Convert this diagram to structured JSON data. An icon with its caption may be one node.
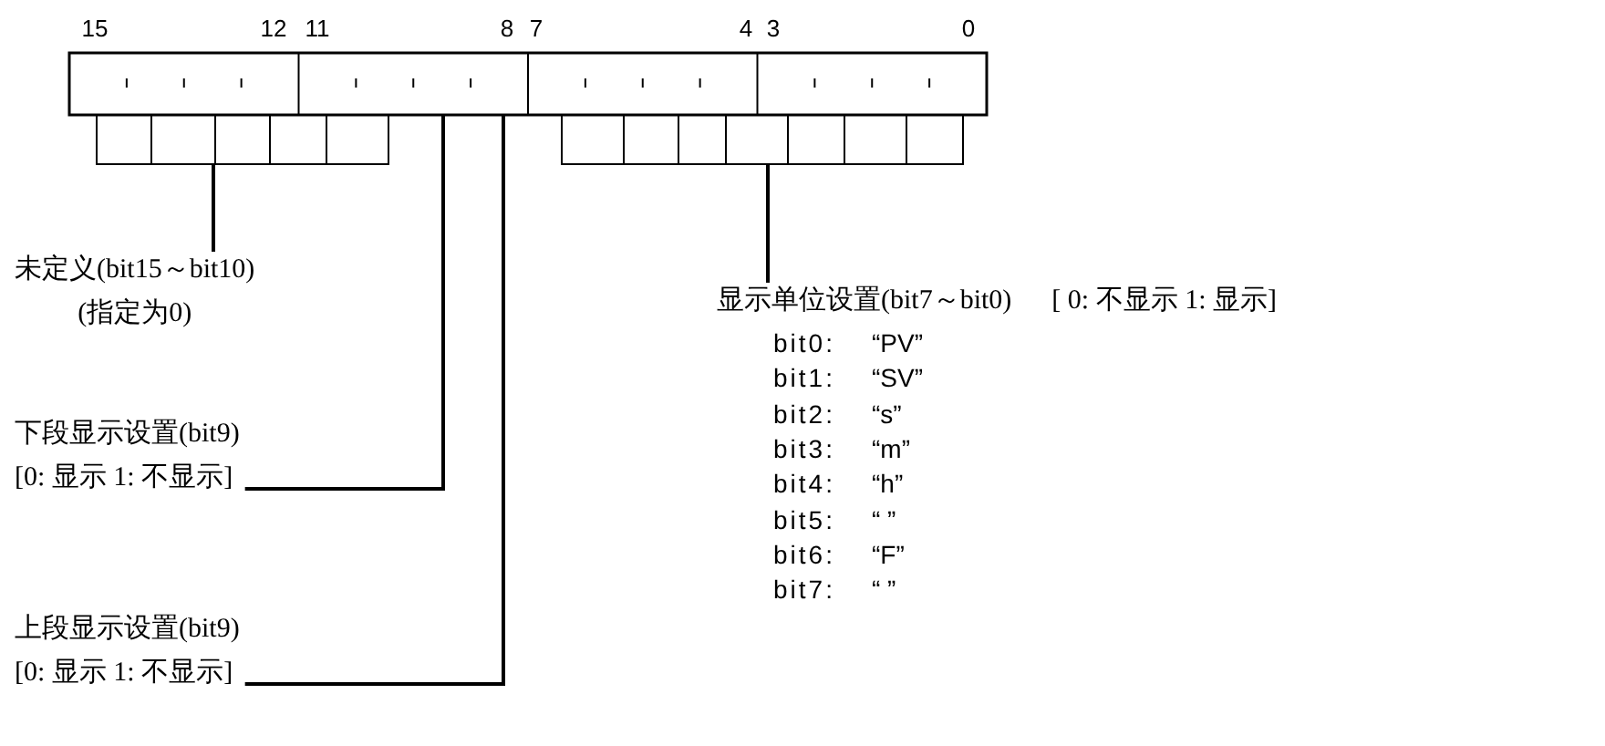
{
  "diagram": {
    "nodes": [
      {
        "text": [],
        "shape": "box",
        "beside": [
          "15",
          "12",
          "11",
          "8",
          "7",
          "4",
          "3",
          "0"
        ]
      },
      {
        "text": [],
        "shape": "box"
      },
      {
        "text": [],
        "shape": "box"
      },
      {
        "text": [
          "未定义(bit15～bit10)",
          "(指定为0)"
        ]
      },
      {
        "text": [
          "下段显示设置(bit9)",
          "[0: 显示 1: 不显示]"
        ]
      },
      {
        "text": [
          "上段显示设置(bit9)",
          "[0: 显示 1: 不显示]"
        ]
      },
      {
        "text": [
          "显示单位设置(bit7～bit0)",
          "[ 0: 不显示 1: 显示]"
        ]
      }
    ],
    "edges": [
      {
        "from": 3,
        "to": 1,
        "arrow": "none"
      },
      {
        "from": 4,
        "to": 0,
        "arrow": "none"
      },
      {
        "from": 5,
        "to": 0,
        "arrow": "none"
      },
      {
        "from": 6,
        "to": 2,
        "arrow": "none"
      }
    ],
    "labels": [
      "bit0:",
      "“PV”",
      "bit1:",
      "“SV”",
      "bit2:",
      "“s”",
      "bit3:",
      "“m”",
      "bit4:",
      "“h”",
      "bit5:",
      "“ ”",
      "bit6:",
      "“F”",
      "bit7:",
      "“ ”"
    ]
  }
}
